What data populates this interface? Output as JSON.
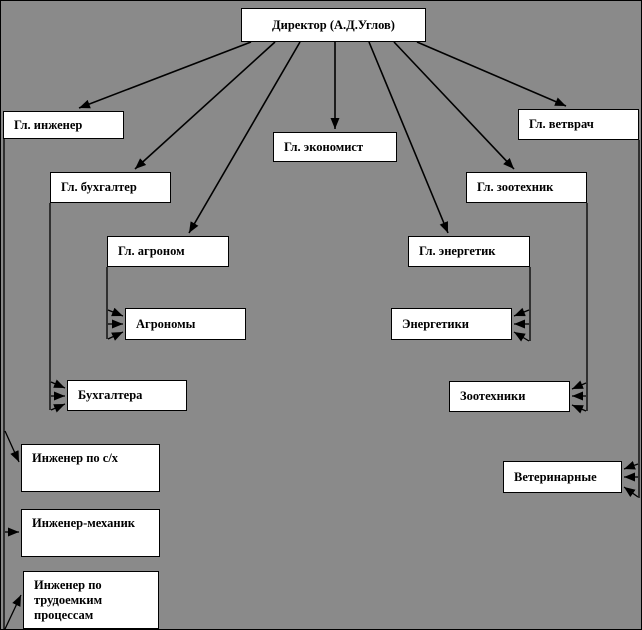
{
  "diagram": {
    "type": "org-chart",
    "background_color": "#8a8a8a",
    "box_fill": "#ffffff",
    "box_border_color": "#000000",
    "arrow_color": "#000000",
    "nodes": {
      "director": {
        "label": "Директор (А.Д.Углов)"
      },
      "chief_engineer": {
        "label": "Гл. инженер"
      },
      "chief_accountant": {
        "label": "Гл. бухгалтер"
      },
      "chief_agronomist": {
        "label": "Гл. агроном"
      },
      "chief_economist": {
        "label": "Гл. экономист"
      },
      "chief_energetik": {
        "label": "Гл. энергетик"
      },
      "chief_zootechnician": {
        "label": "Гл. зоотехник"
      },
      "chief_vet": {
        "label": "Гл. ветврач"
      },
      "agronomists": {
        "label": "Агрономы"
      },
      "energetiki": {
        "label": "Энергетики"
      },
      "accountants": {
        "label": "Бухгалтера"
      },
      "zootechnicians": {
        "label": "Зоотехники"
      },
      "veterinary": {
        "label": "Ветеринарные"
      },
      "engineer_agriculture": {
        "label": "Инженер по с/х"
      },
      "engineer_mechanic": {
        "label": "Инженер-механик"
      },
      "engineer_labor": {
        "label": "Инженер по трудоемким процессам"
      }
    },
    "edges": [
      {
        "from": "director",
        "to": "chief_engineer"
      },
      {
        "from": "director",
        "to": "chief_accountant"
      },
      {
        "from": "director",
        "to": "chief_agronomist"
      },
      {
        "from": "director",
        "to": "chief_economist"
      },
      {
        "from": "director",
        "to": "chief_energetik"
      },
      {
        "from": "director",
        "to": "chief_zootechnician"
      },
      {
        "from": "director",
        "to": "chief_vet"
      },
      {
        "from": "chief_accountant",
        "to": "accountants"
      },
      {
        "from": "chief_agronomist",
        "to": "agronomists"
      },
      {
        "from": "chief_energetik",
        "to": "energetiki"
      },
      {
        "from": "chief_zootechnician",
        "to": "zootechnicians"
      },
      {
        "from": "chief_vet",
        "to": "veterinary"
      },
      {
        "from": "chief_engineer",
        "to": "engineer_agriculture"
      },
      {
        "from": "chief_engineer",
        "to": "engineer_mechanic"
      },
      {
        "from": "chief_engineer",
        "to": "engineer_labor"
      }
    ]
  }
}
